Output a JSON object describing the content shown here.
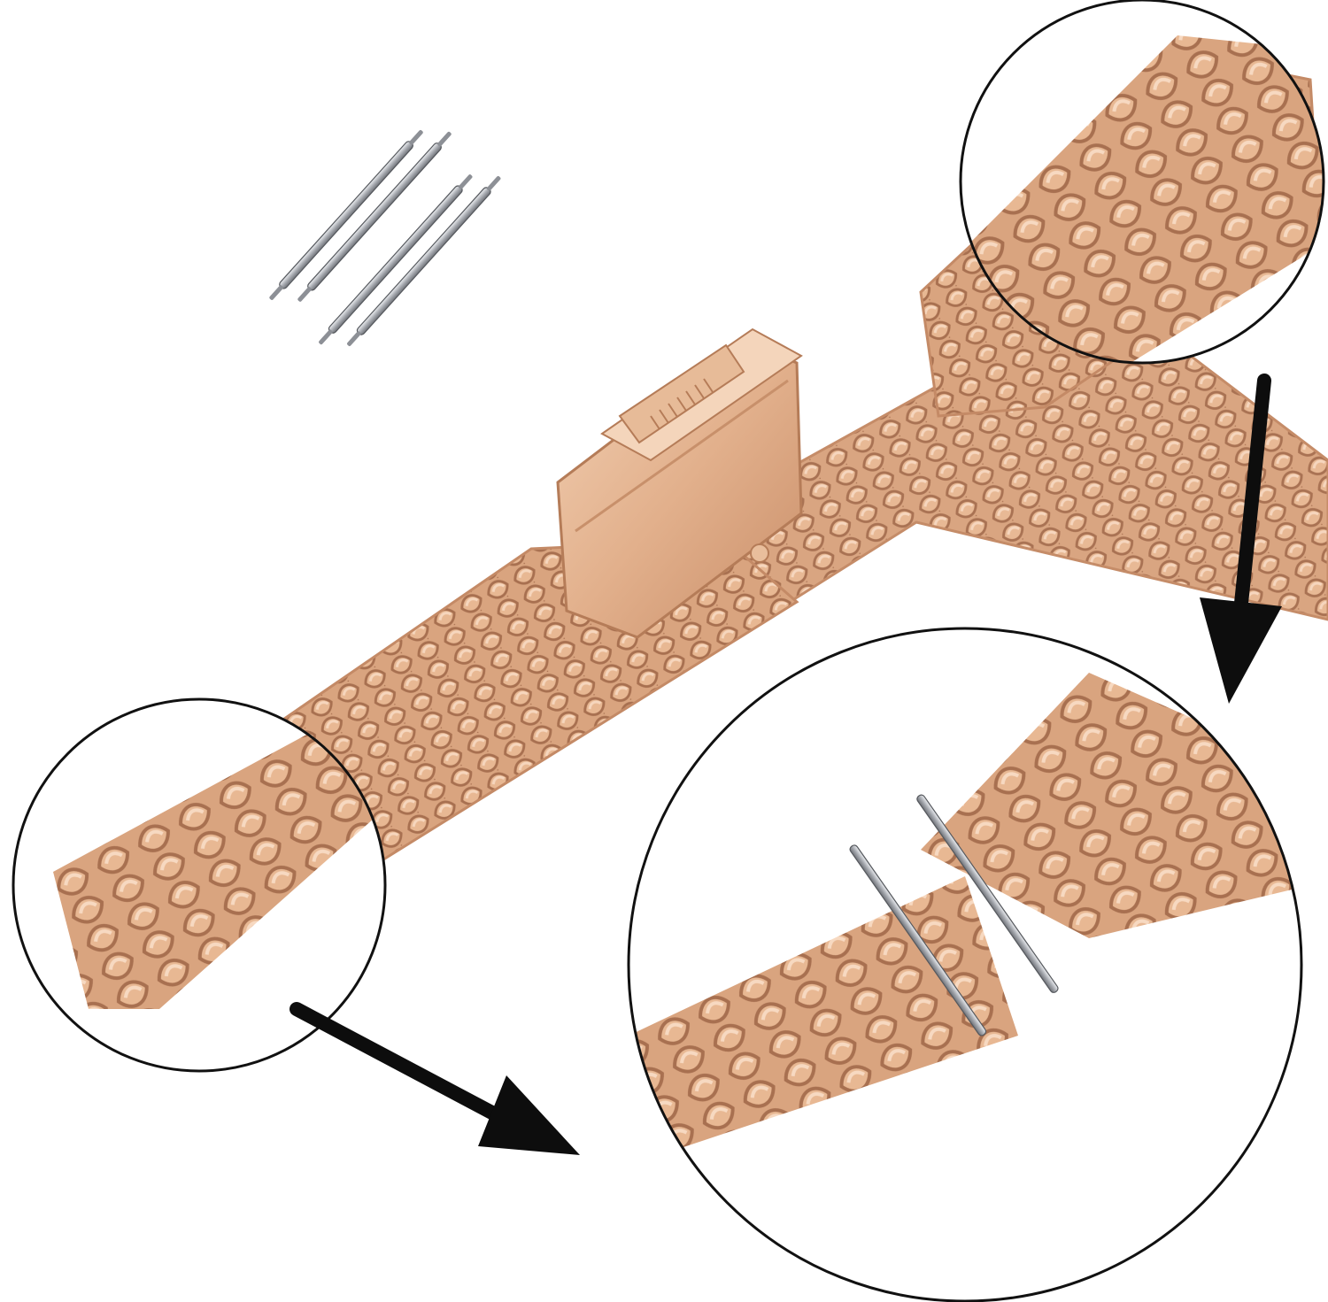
{
  "product": {
    "strap_color": "#d9a47f",
    "strap_shadow": "#b07a5a",
    "strap_highlight": "#f3cdb0",
    "pin_color": "#a9acb2",
    "pin_highlight": "#e6e8ec",
    "outline_color": "#111111",
    "arrow_color": "#0d0d0d"
  },
  "callouts": [
    {
      "name": "top-right-zoom",
      "depicts": "mesh-end-icon"
    },
    {
      "name": "bottom-left-zoom",
      "depicts": "mesh-end-icon"
    },
    {
      "name": "bottom-right-zoom",
      "depicts": "spring-bar-install-icon"
    }
  ],
  "accessories": {
    "spring_bar_count": 4
  }
}
